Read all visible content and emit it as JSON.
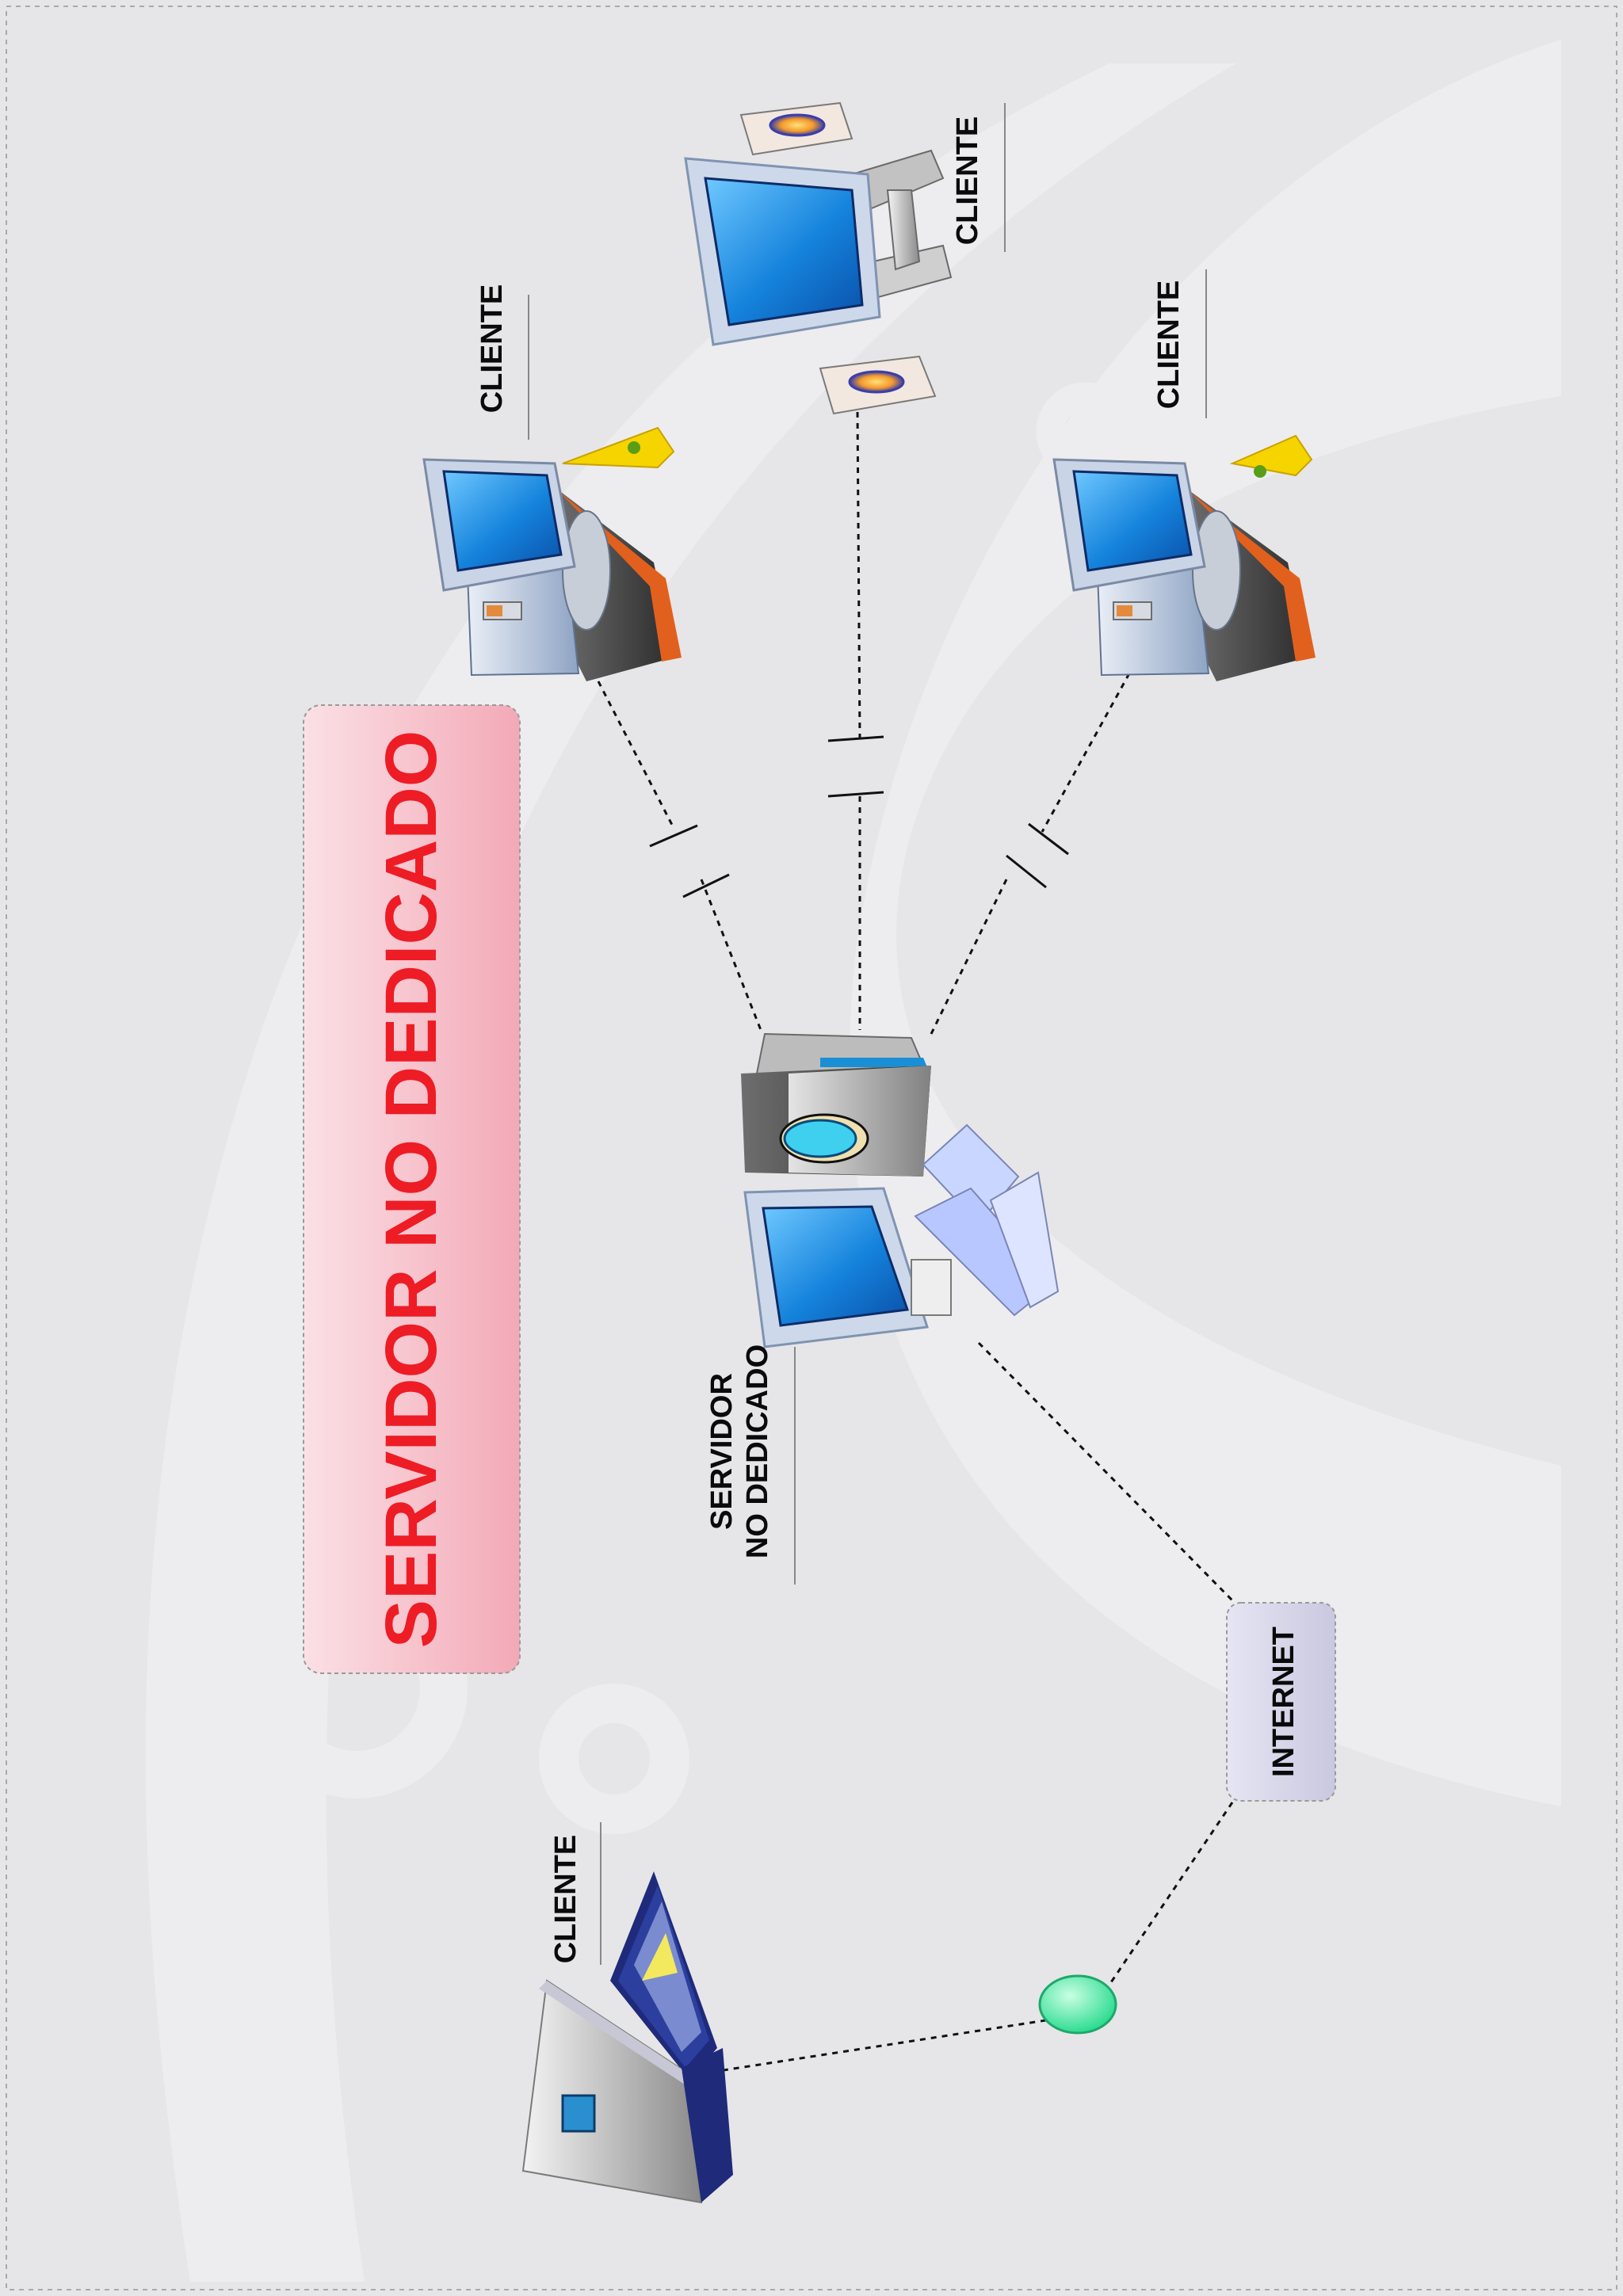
{
  "title": "SERVIDOR NO DEDICADO",
  "labels": {
    "cliente_1": "CLIENTE",
    "cliente_2": "CLIENTE",
    "cliente_3": "CLIENTE",
    "cliente_laptop": "CLIENTE",
    "server_line1": "SERVIDOR",
    "server_line2": "NO DEDICADO",
    "internet": "INTERNET"
  },
  "colors": {
    "background": "#e6e6e8",
    "title_text": "#ee1c25",
    "title_box": "#f6c6d0",
    "internet_box": "#d5d4e8",
    "screen_blue": "#1a8fe0",
    "node_green": "#4ef0a0"
  },
  "icons": [
    "client-computer-icon",
    "printer-icon",
    "server-computer-icon",
    "laptop-icon",
    "network-node-icon"
  ]
}
